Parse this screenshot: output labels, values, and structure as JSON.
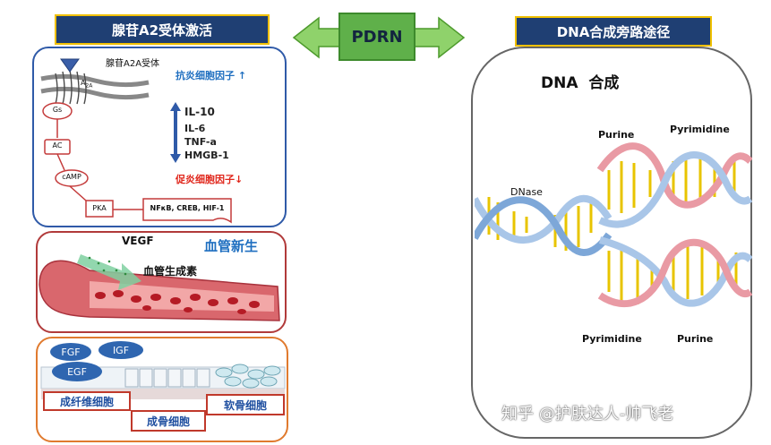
{
  "left_title": "腺苷A2受体激活",
  "right_title": "DNA合成旁路途径",
  "center_label": "PDRN",
  "receptor_panel": {
    "receptor_label": "腺苷A2A受体",
    "a2a": "A",
    "a2a_sub": "2A",
    "gs": "Gs",
    "ac": "AC",
    "camp": "cAMP",
    "pka": "PKA",
    "targets": "NFκB, CREB, HIF-1",
    "anti_inflammatory": "抗炎细胞因子 ↑",
    "il10": "IL-10",
    "il6": "IL-6",
    "tnfa": "TNF-a",
    "hmgb1": "HMGB-1",
    "pro_inflammatory": "促炎细胞因子↓"
  },
  "angio_panel": {
    "vegf": "VEGF",
    "title": "血管新生",
    "factor": "血管生成素"
  },
  "tissue_panel": {
    "fgf": "FGF",
    "igf": "IGF",
    "egf": "EGF",
    "fibroblast": "成纤维细胞",
    "osteoblast": "成骨细胞",
    "chondrocyte": "软骨细胞"
  },
  "dna_panel": {
    "title": "DNA  合成",
    "dnase": "DNase",
    "purine_top": "Purine",
    "pyrimidine_top": "Pyrimidine",
    "pyrimidine_bottom": "Pyrimidine",
    "purine_bottom": "Purine"
  },
  "watermark": "知乎 @护肤达人-帅飞老",
  "colors": {
    "navy": "#1f3f73",
    "gold": "#f0c000",
    "blue_panel": "#2f5aa8",
    "red_panel": "#c0392b",
    "orange_panel": "#e07a2e",
    "green_arrow": "#4caf50",
    "red_text": "#e0261b",
    "blue_text": "#1f6fc0"
  }
}
